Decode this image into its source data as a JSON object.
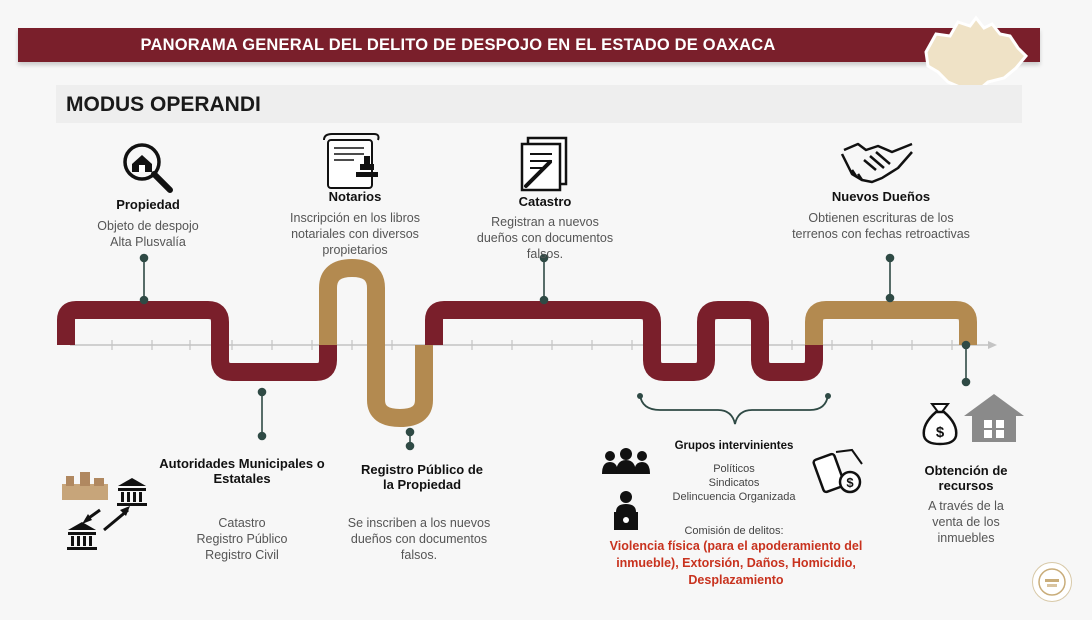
{
  "header": {
    "title": "PANORAMA GENERAL DEL DELITO DE DESPOJO EN EL ESTADO DE OAXACA"
  },
  "subheader": {
    "title": "MODUS OPERANDI"
  },
  "colors": {
    "maroon": "#7a1f2b",
    "gold": "#b38a50",
    "accent_red": "#c8321e"
  },
  "top_stages": [
    {
      "title": "Propiedad",
      "lines": [
        "Objeto de despojo",
        "Alta Plusvalía"
      ],
      "icon": "house-search-icon"
    },
    {
      "title": "Notarios",
      "lines": [
        "Inscripción en los libros",
        "notariales con diversos",
        "propietarios"
      ],
      "icon": "notary-scroll-icon"
    },
    {
      "title": "Catastro",
      "lines": [
        "Registran a nuevos",
        "dueños con documentos",
        "falsos."
      ],
      "icon": "document-pen-icon"
    },
    {
      "title": "Nuevos Dueños",
      "lines": [
        "Obtienen escrituras de los",
        "terrenos con fechas retroactivas"
      ],
      "icon": "handshake-icon"
    }
  ],
  "bottom_stages": [
    {
      "title_lines": [
        "Autoridades Municipales o",
        "Estatales"
      ],
      "lines": [
        "Catastro",
        "Registro Público",
        "Registro Civil"
      ],
      "icon": "government-buildings-icon"
    },
    {
      "title_lines": [
        "Registro Público de",
        "la Propiedad"
      ],
      "lines": [
        "Se inscriben a los nuevos",
        "dueños con documentos",
        "falsos."
      ]
    }
  ],
  "groups": {
    "title": "Grupos intervinientes",
    "items": [
      "Políticos",
      "Sindicatos",
      "Delincuencia Organizada"
    ],
    "crimes_label": "Comisión de delitos:",
    "crimes": [
      "Violencia física (para el apoderamiento del",
      "inmueble), Extorsión, Daños, Homicidio,",
      "Desplazamiento"
    ]
  },
  "outcome": {
    "title_lines": [
      "Obtención de",
      "recursos"
    ],
    "lines": [
      "A través de la",
      "venta de los",
      "inmuebles"
    ]
  }
}
